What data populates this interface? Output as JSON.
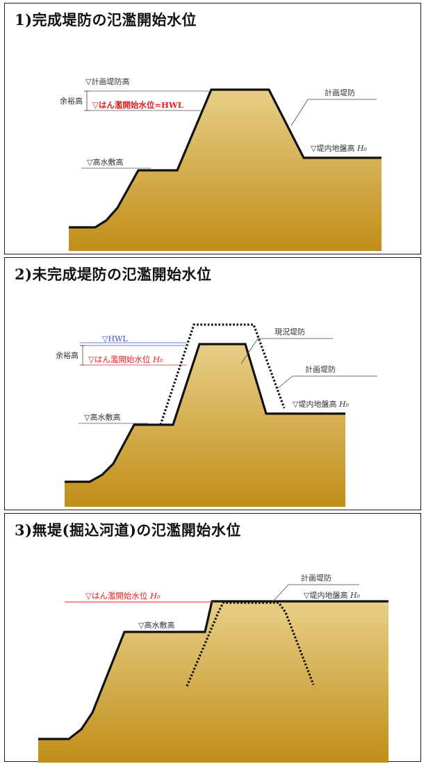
{
  "colors": {
    "ground_light": "#e8cf88",
    "ground_dark": "#c08e18",
    "levee_line": "#111111",
    "warning_red": "#e02020",
    "hwl_blue": "#3a4fd0"
  },
  "panel1": {
    "title": "1)完成堤防の氾濫開始水位",
    "planned_levee_height": "▽計画堤防高",
    "freeboard": "余裕高",
    "flood_start_level": "▽はん濫開始水位=HWL",
    "planned_levee": "計画堤防",
    "inland_ground_height": "▽堤内地盤高",
    "inland_symbol": "H₀",
    "high_water_bed": "▽高水敷高"
  },
  "panel2": {
    "title": "2)未完成堤防の氾濫開始水位",
    "hwl": "▽HWL",
    "freeboard": "余裕高",
    "flood_start_level": "▽はん濫開始水位",
    "flood_symbol": "H₀",
    "existing_levee": "現況堤防",
    "planned_levee": "計画堤防",
    "inland_ground_height": "▽堤内地盤高",
    "inland_symbol": "H₀",
    "high_water_bed": "▽高水敷高"
  },
  "panel3": {
    "title": "3)無堤(掘込河道)の氾濫開始水位",
    "planned_levee": "計画堤防",
    "flood_start_level": "▽はん濫開始水位",
    "flood_symbol": "H₀",
    "inland_ground_height": "▽堤内地盤高",
    "inland_symbol": "H₀",
    "high_water_bed": "▽高水敷高"
  }
}
